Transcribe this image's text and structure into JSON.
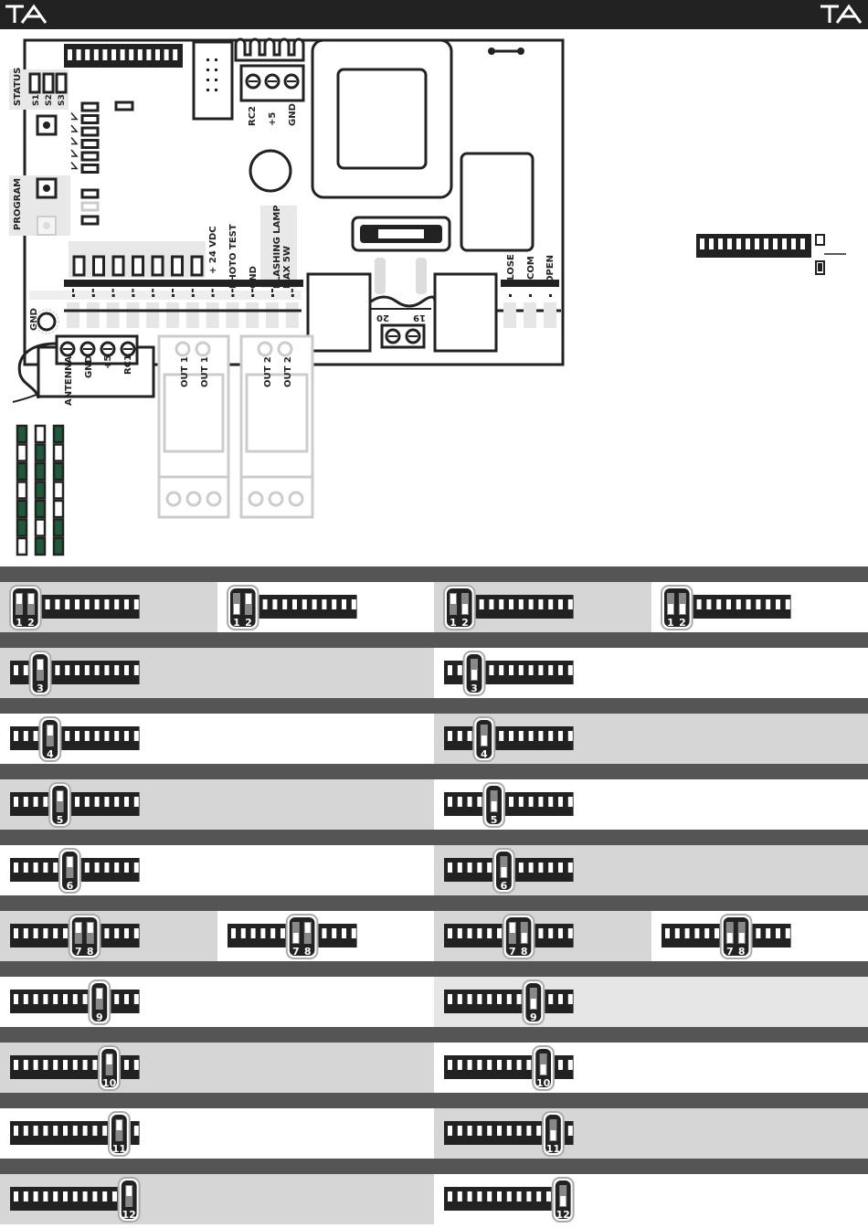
{
  "header": {
    "logo_left": "logo-mark",
    "logo_right": "logo-mark"
  },
  "board": {
    "status_label": "STATUS",
    "status_leds": [
      "S1",
      "S2",
      "S3"
    ],
    "program_label": "PROGRAM",
    "top_terminal_labels": [
      "RC2",
      "+5",
      "GND"
    ],
    "terminal_labels": [
      "+ 24 VDC",
      "PHOTO TEST",
      "GND",
      "FLASHING LAMP",
      "MAX 5W"
    ],
    "motor_labels": [
      "CLOSE",
      "COM",
      "OPEN"
    ],
    "fuse_numbers": [
      "20",
      "19"
    ],
    "gnd_label": "GND",
    "receiver_labels": [
      "ANTENNA",
      "GND",
      "+5",
      "RC1"
    ],
    "relay1_labels": [
      "OUT 1",
      "OUT 1"
    ],
    "relay2_labels": [
      "OUT 2",
      "OUT 2"
    ]
  },
  "switch_rows": [
    {
      "switches": "1 2",
      "cells": 4,
      "badges": [
        [
          "1",
          "2"
        ],
        [
          "1",
          "2"
        ],
        [
          "1",
          "2"
        ],
        [
          "1",
          "2"
        ]
      ]
    },
    {
      "switches": "3",
      "cells": 2,
      "badges": [
        [
          "3"
        ],
        [
          "3"
        ]
      ]
    },
    {
      "switches": "4",
      "cells": 2,
      "badges": [
        [
          "4"
        ],
        [
          "4"
        ]
      ]
    },
    {
      "switches": "5",
      "cells": 2,
      "badges": [
        [
          "5"
        ],
        [
          "5"
        ]
      ]
    },
    {
      "switches": "6",
      "cells": 2,
      "badges": [
        [
          "6"
        ],
        [
          "6"
        ]
      ]
    },
    {
      "switches": "7 8",
      "cells": 4,
      "badges": [
        [
          "7",
          "8"
        ],
        [
          "7",
          "8"
        ],
        [
          "7",
          "8"
        ],
        [
          "7",
          "8"
        ]
      ]
    },
    {
      "switches": "9",
      "cells": 2,
      "badges": [
        [
          "9"
        ],
        [
          "9"
        ]
      ]
    },
    {
      "switches": "10",
      "cells": 2,
      "badges": [
        [
          "10"
        ],
        [
          "10"
        ]
      ]
    },
    {
      "switches": "11",
      "cells": 2,
      "badges": [
        [
          "11"
        ],
        [
          "11"
        ]
      ]
    },
    {
      "switches": "12",
      "cells": 2,
      "badges": [
        [
          "12"
        ],
        [
          "12"
        ]
      ]
    }
  ],
  "colors": {
    "ink": "#222222",
    "band": "#555555",
    "cell_grey": "#d6d6d6",
    "led_green": "#1e5a3a"
  }
}
